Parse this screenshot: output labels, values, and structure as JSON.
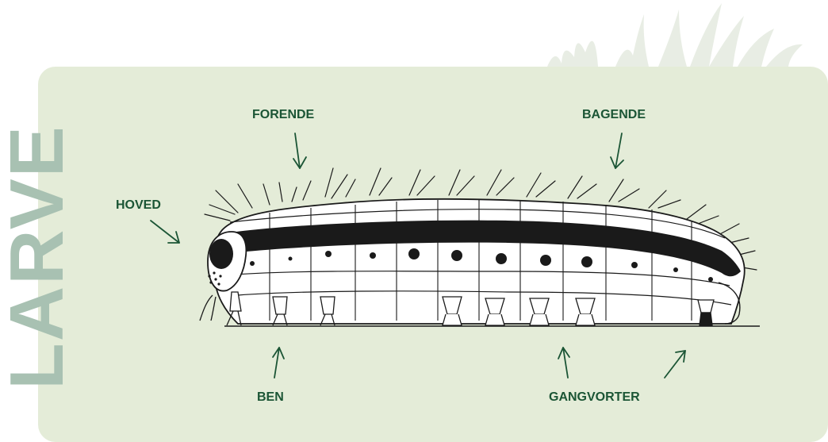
{
  "title": "LARVE",
  "labels": {
    "forende": "FORENDE",
    "bagende": "BAGENDE",
    "hoved": "HOVED",
    "ben": "BEN",
    "gangvorter": "GANGVORTER"
  },
  "colors": {
    "panel": "#e4ecd8",
    "title": "#a8c1b2",
    "label": "#1b5535",
    "grass": "#e8ede4",
    "outline": "#1a1a1a"
  }
}
